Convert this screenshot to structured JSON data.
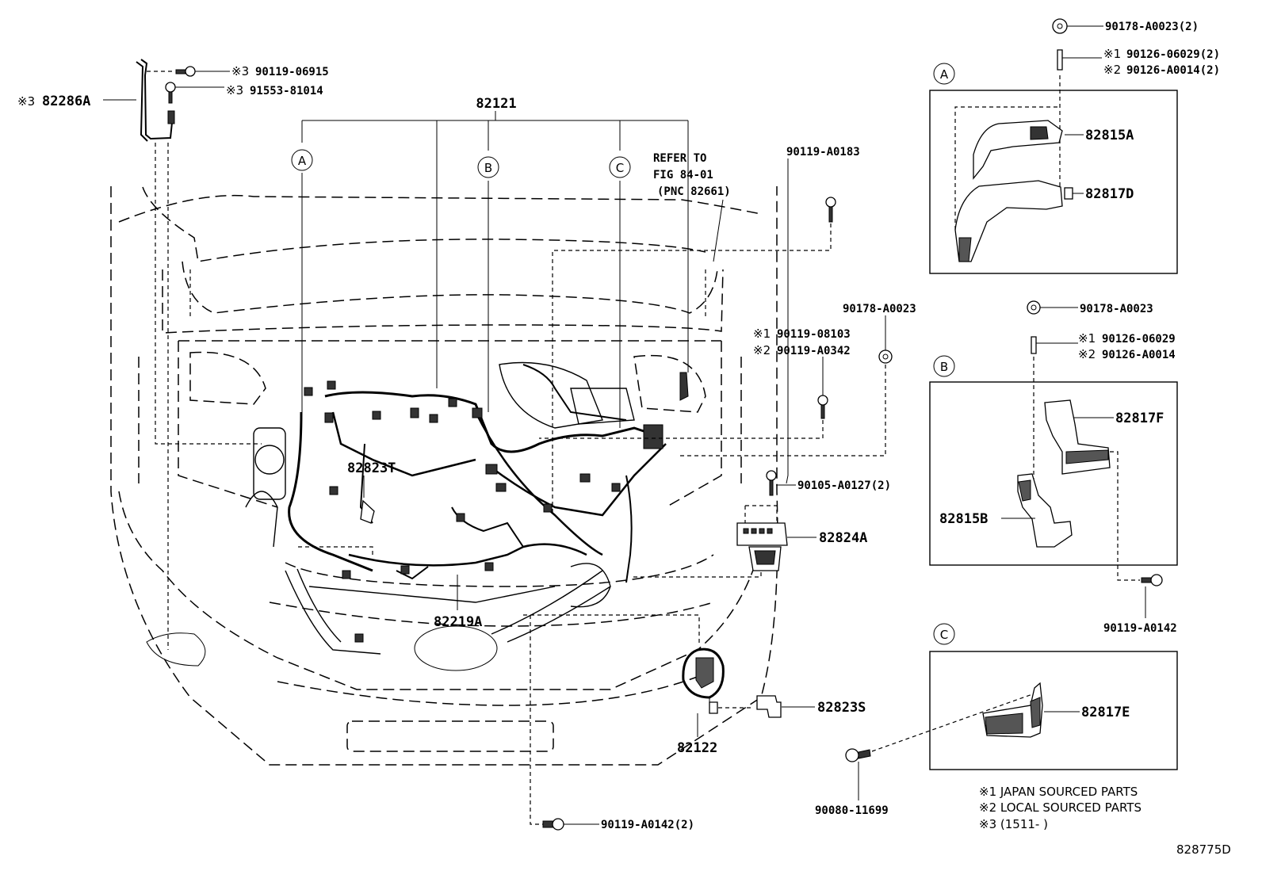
{
  "callouts": {
    "a": "A",
    "b": "B",
    "c": "C"
  },
  "parts": {
    "p82121": "82121",
    "p82286A": "82286A",
    "p90119_06915": "90119-06915",
    "p91553_81014": "91553-81014",
    "p90119_A0183": "90119-A0183",
    "p82823T": "82823T",
    "p82219A": "82219A",
    "p82122": "82122",
    "p82823S": "82823S",
    "p82824A": "82824A",
    "p90105_A0127": "90105-A0127(2)",
    "p90119_A0142_2": "90119-A0142(2)",
    "p90080_11699": "90080-11699",
    "p90178_A0023_mid": "90178-A0023",
    "p90119_08103": "90119-08103",
    "p90119_A0342": "90119-A0342",
    "p90178_A0023_2_top": "90178-A0023(2)",
    "p90126_06029_2": "90126-06029(2)",
    "p90126_A0014_2": "90126-A0014(2)",
    "p82815A": "82815A",
    "p82817D": "82817D",
    "p90178_A0023_b": "90178-A0023",
    "p90126_06029": "90126-06029",
    "p90126_A0014": "90126-A0014",
    "p82817F": "82817F",
    "p82815B": "82815B",
    "p90119_A0142_b": "90119-A0142",
    "p82817E": "82817E"
  },
  "marks": {
    "m1": "※1",
    "m2": "※2",
    "m3": "※3"
  },
  "refer": {
    "line1": "REFER TO",
    "line2": "FIG 84-01",
    "line3": "(PNC 82661)"
  },
  "notes": {
    "n1": "※1 JAPAN SOURCED PARTS",
    "n2": "※2 LOCAL SOURCED PARTS",
    "n3": "※3 (1511-        )"
  },
  "figure_id": "828775D"
}
